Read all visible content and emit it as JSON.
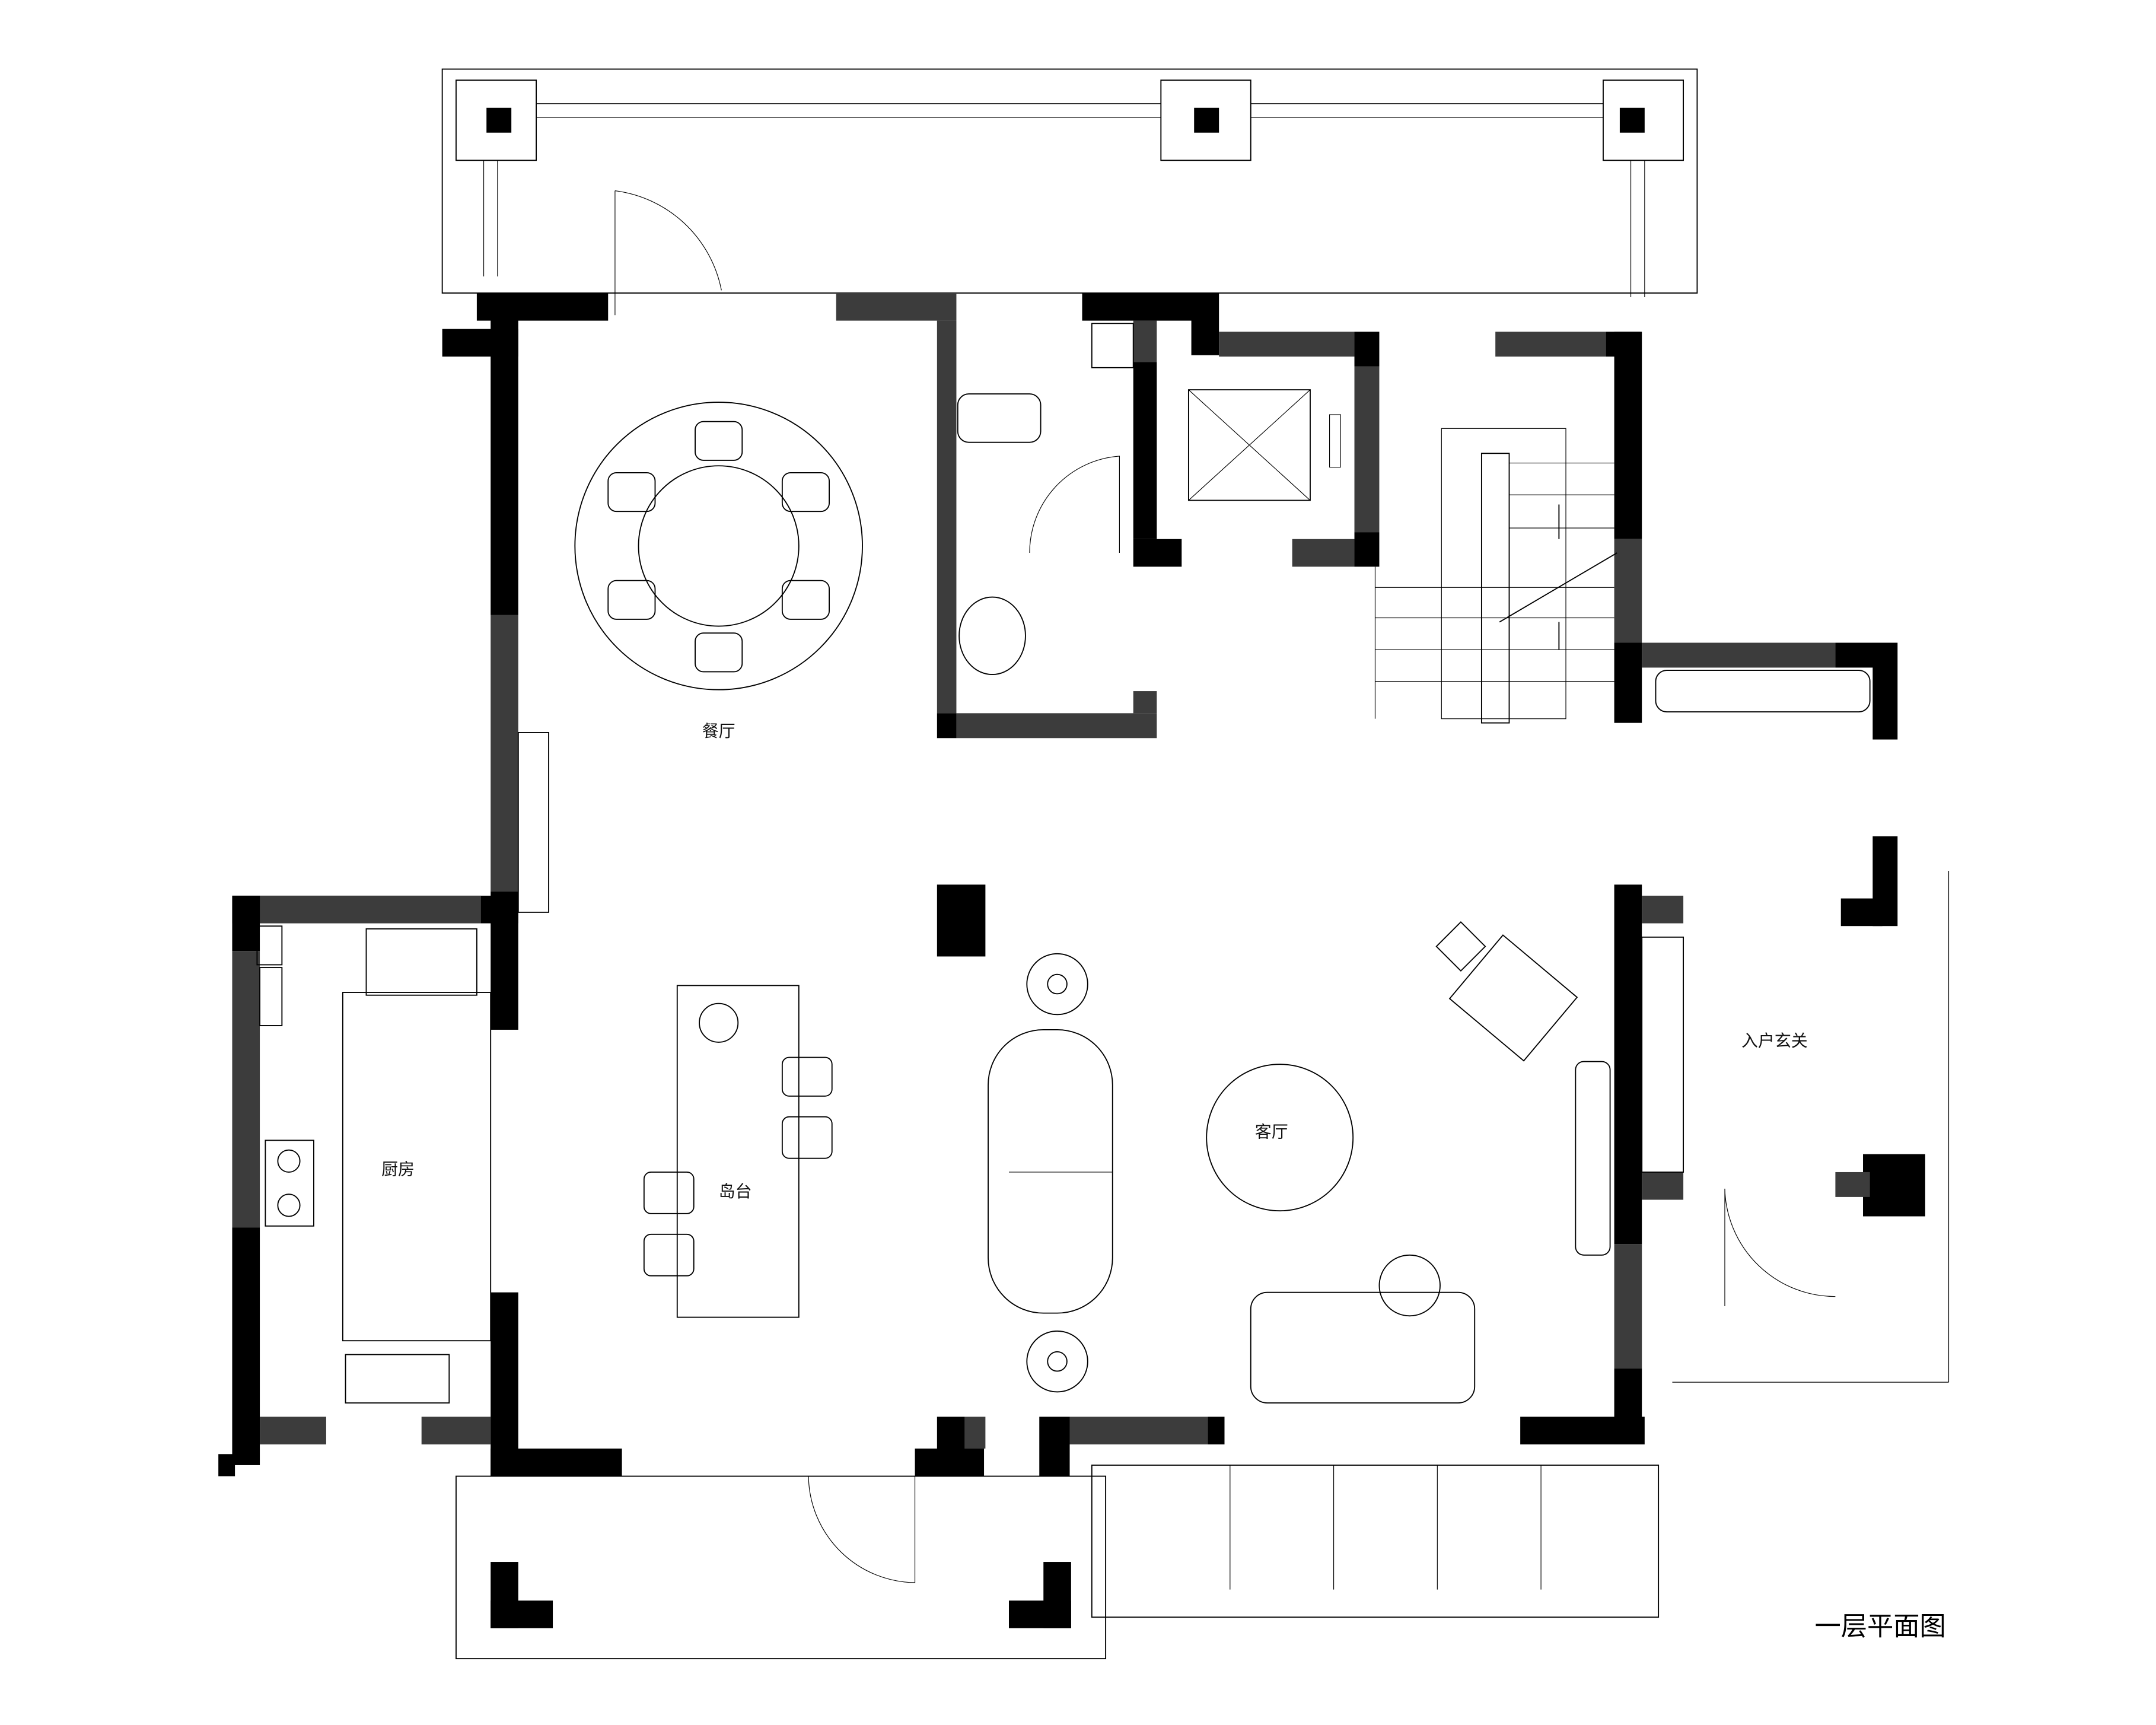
{
  "plan": {
    "title": "一层平面图",
    "rooms": {
      "dining": "餐厅",
      "kitchen": "厨房",
      "island": "岛台",
      "living": "客厅",
      "entrance": "入户玄关"
    }
  },
  "colors": {
    "wall_black": "#000000",
    "wall_gray": "#3c3c3c",
    "background": "#ffffff"
  }
}
